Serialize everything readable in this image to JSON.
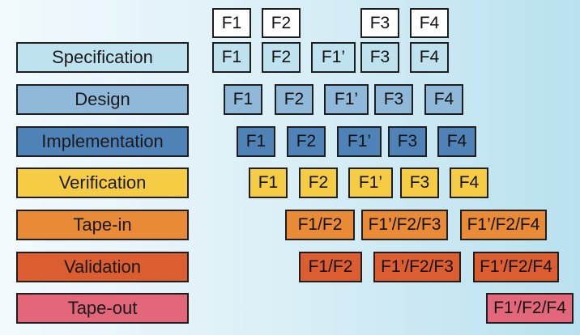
{
  "colors": {
    "header": "#ffffff",
    "specification": "#bfe2ef",
    "design": "#8fb8d9",
    "implementation": "#4f83b8",
    "verification": "#f7cc45",
    "tape_in": "#e98a36",
    "validation": "#db5d30",
    "tape_out": "#e2677b"
  },
  "header_tasks": [
    "F1",
    "F2",
    "F3",
    "F4"
  ],
  "stages": [
    {
      "id": "specification",
      "label": "Specification",
      "tasks": [
        "F1",
        "F2",
        "F1’",
        "F3",
        "F4"
      ]
    },
    {
      "id": "design",
      "label": "Design",
      "tasks": [
        "F1",
        "F2",
        "F1’",
        "F3",
        "F4"
      ]
    },
    {
      "id": "implementation",
      "label": "Implementation",
      "tasks": [
        "F1",
        "F2",
        "F1’",
        "F3",
        "F4"
      ]
    },
    {
      "id": "verification",
      "label": "Verification",
      "tasks": [
        "F1",
        "F2",
        "F1’",
        "F3",
        "F4"
      ]
    },
    {
      "id": "tape_in",
      "label": "Tape-in",
      "tasks": [
        "F1/F2",
        "F1’/F2/F3",
        "F1’/F2/F4"
      ]
    },
    {
      "id": "validation",
      "label": "Validation",
      "tasks": [
        "F1/F2",
        "F1’/F2/F3",
        "F1’/F2/F4"
      ]
    },
    {
      "id": "tape_out",
      "label": "Tape-out",
      "tasks": [
        "F1’/F2/F4"
      ]
    }
  ]
}
